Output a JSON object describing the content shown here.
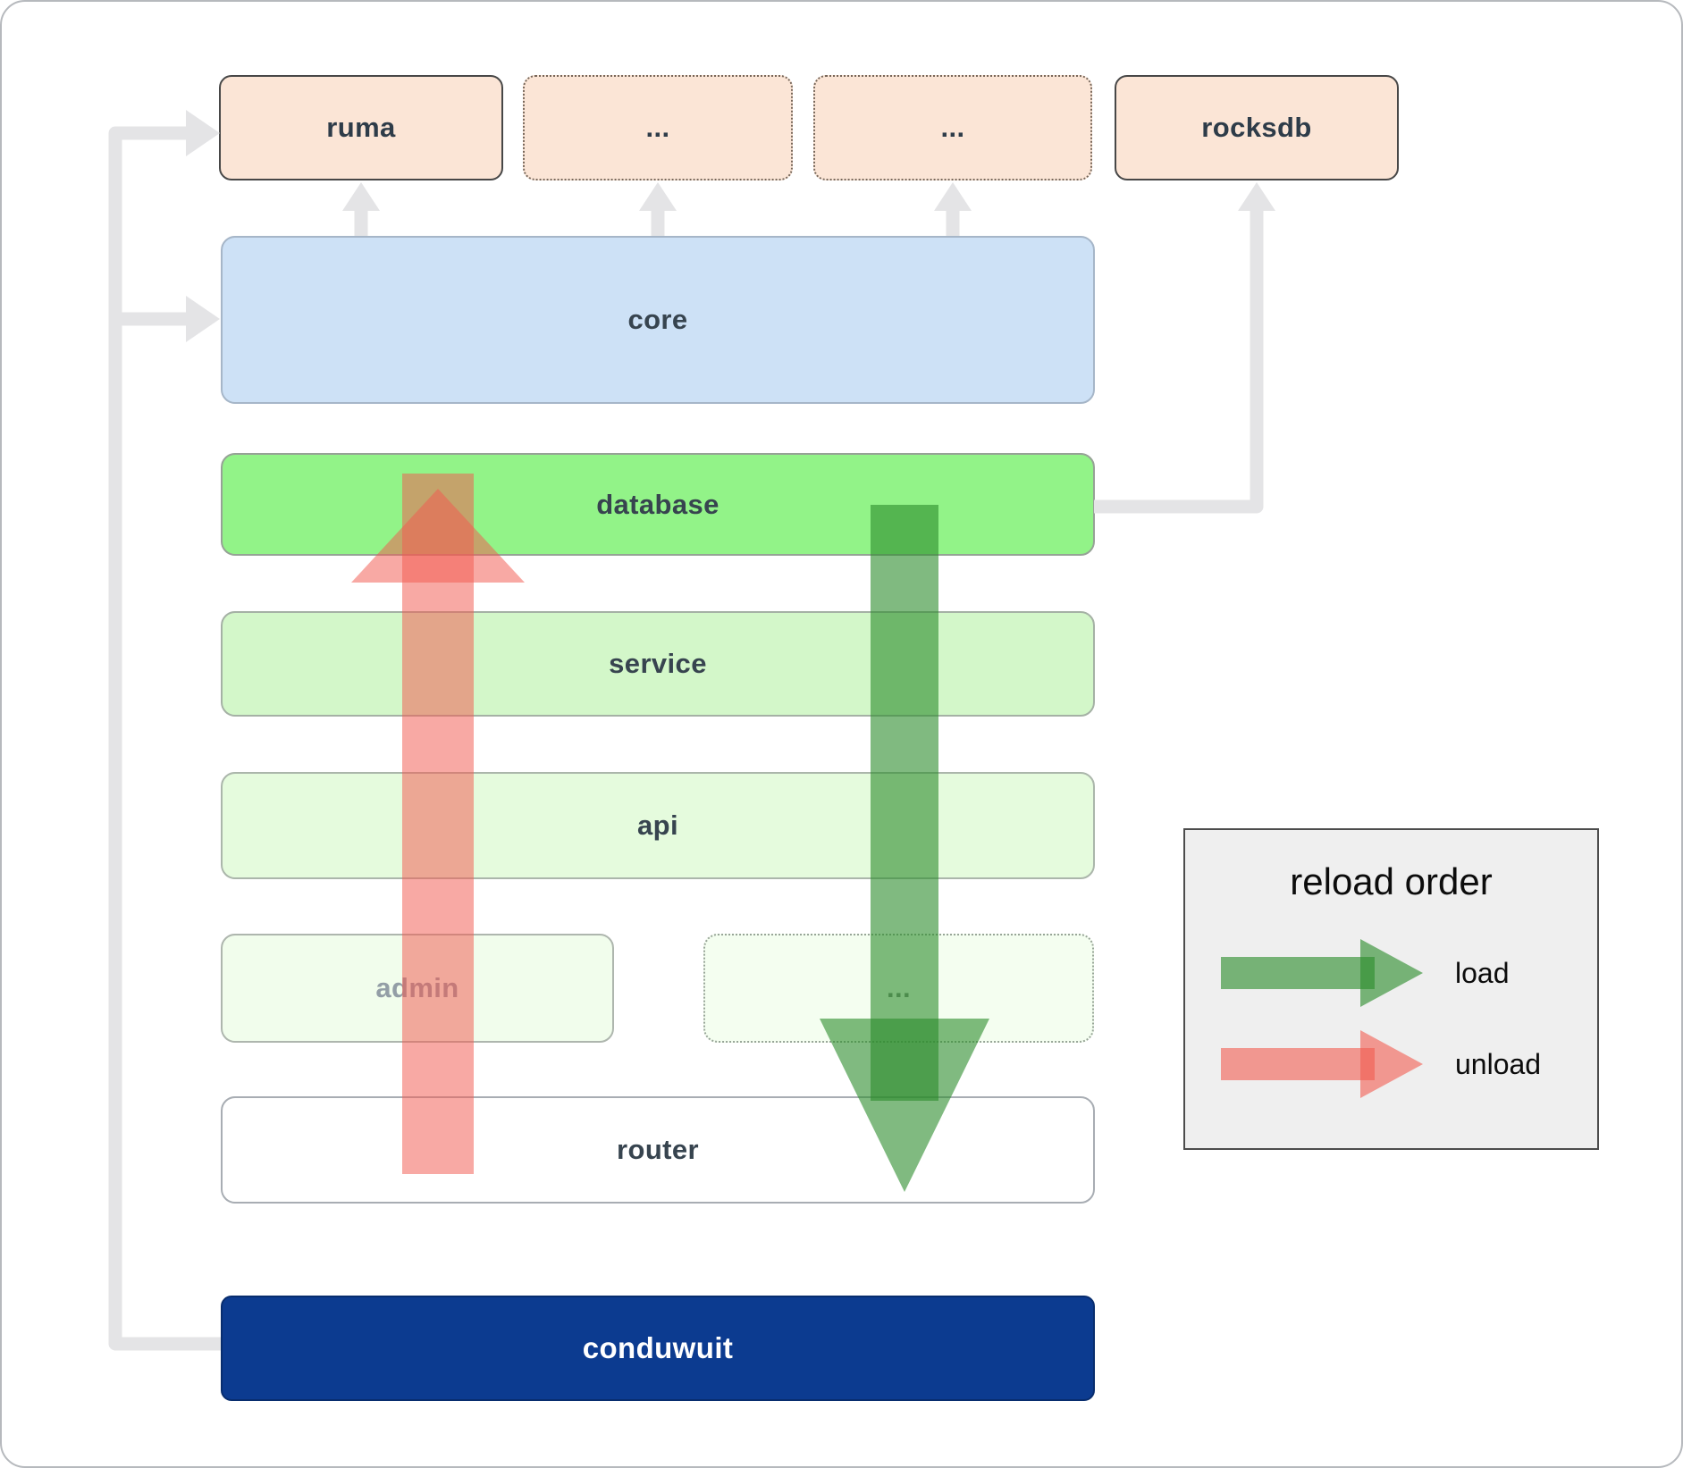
{
  "boxes": {
    "ruma": "ruma",
    "dep2": "...",
    "dep3": "...",
    "rocksdb": "rocksdb",
    "core": "core",
    "database": "database",
    "service": "service",
    "api": "api",
    "admin": "admin",
    "admin_more": "...",
    "router": "router",
    "conduwuit": "conduwuit"
  },
  "legend": {
    "title": "reload order",
    "load_label": "load",
    "unload_label": "unload"
  },
  "colors": {
    "dependency_box": "#fbe5d6",
    "core_box": "#cde1f6",
    "database_box": "#92f388",
    "service_box": "#d3f7c9",
    "api_box": "#e5fbdd",
    "admin_box": "#f1fdec",
    "router_box": "#ffffff",
    "conduwuit_box": "#0c3b90",
    "load_arrow_green": "#2c8c2c",
    "unload_arrow_red": "#f25b50",
    "connector_gray": "#e4e4e6"
  }
}
